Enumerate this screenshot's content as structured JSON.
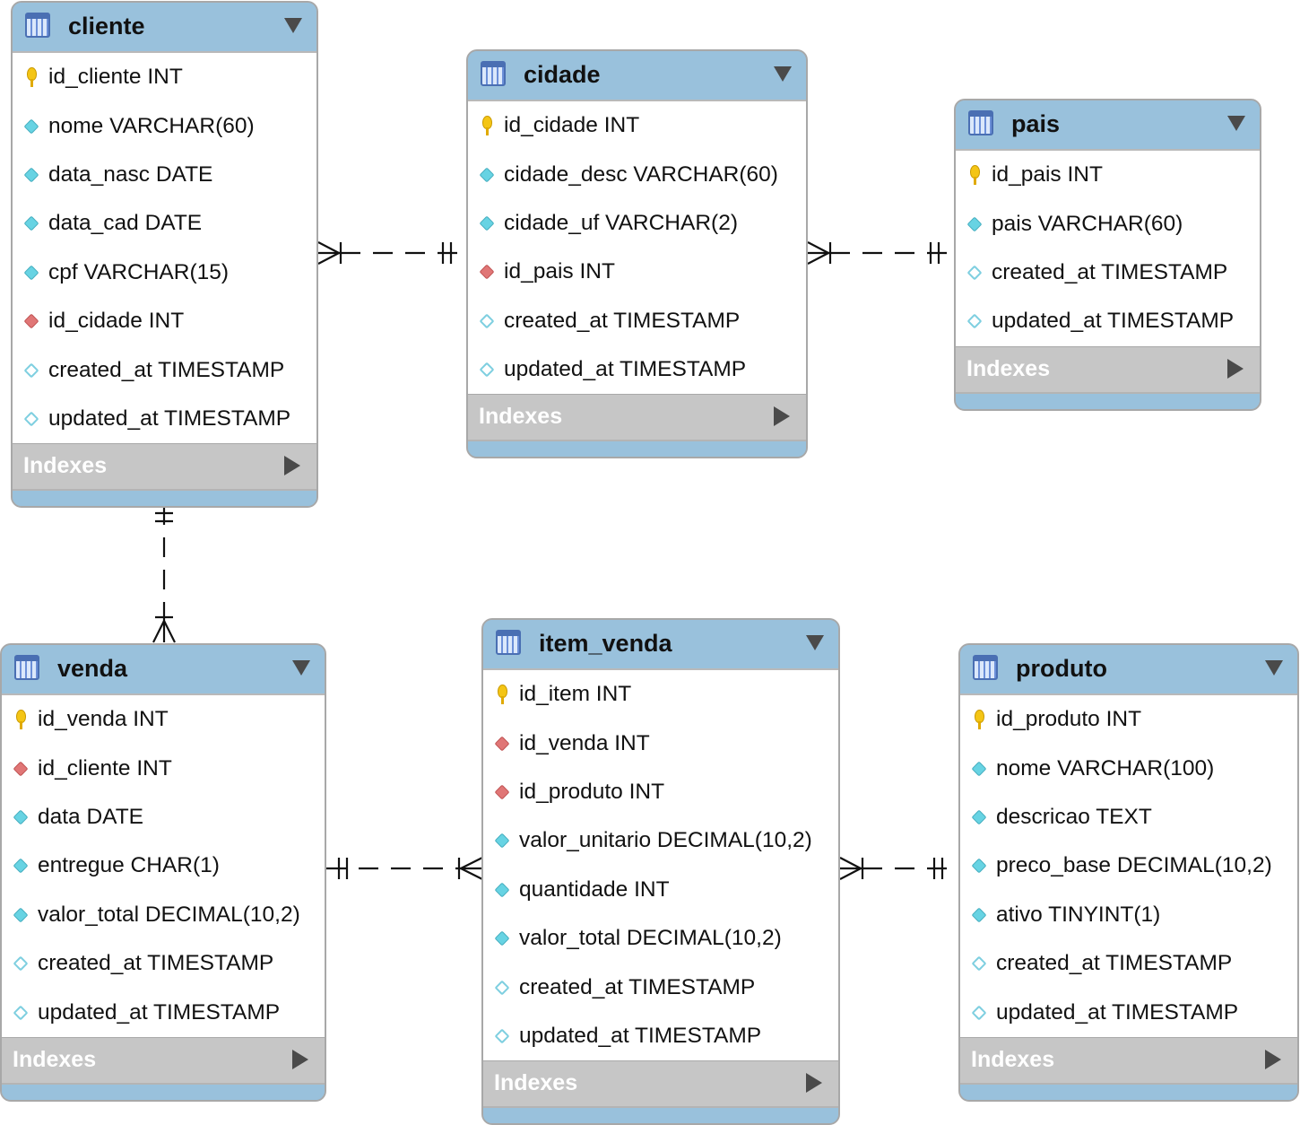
{
  "tables": {
    "cliente": {
      "name": "cliente",
      "columns": [
        {
          "label": "id_cliente INT",
          "kind": "pk"
        },
        {
          "label": "nome VARCHAR(60)",
          "kind": "nn"
        },
        {
          "label": "data_nasc DATE",
          "kind": "nn"
        },
        {
          "label": "data_cad DATE",
          "kind": "nn"
        },
        {
          "label": "cpf VARCHAR(15)",
          "kind": "nn"
        },
        {
          "label": "id_cidade INT",
          "kind": "fk"
        },
        {
          "label": "created_at TIMESTAMP",
          "kind": "null"
        },
        {
          "label": "updated_at TIMESTAMP",
          "kind": "null"
        }
      ],
      "indexes_label": "Indexes"
    },
    "cidade": {
      "name": "cidade",
      "columns": [
        {
          "label": "id_cidade INT",
          "kind": "pk"
        },
        {
          "label": "cidade_desc VARCHAR(60)",
          "kind": "nn"
        },
        {
          "label": "cidade_uf VARCHAR(2)",
          "kind": "nn"
        },
        {
          "label": "id_pais INT",
          "kind": "fk"
        },
        {
          "label": "created_at TIMESTAMP",
          "kind": "null"
        },
        {
          "label": "updated_at TIMESTAMP",
          "kind": "null"
        }
      ],
      "indexes_label": "Indexes"
    },
    "pais": {
      "name": "pais",
      "columns": [
        {
          "label": "id_pais INT",
          "kind": "pk"
        },
        {
          "label": "pais VARCHAR(60)",
          "kind": "nn"
        },
        {
          "label": "created_at TIMESTAMP",
          "kind": "null"
        },
        {
          "label": "updated_at TIMESTAMP",
          "kind": "null"
        }
      ],
      "indexes_label": "Indexes"
    },
    "venda": {
      "name": "venda",
      "columns": [
        {
          "label": "id_venda INT",
          "kind": "pk"
        },
        {
          "label": "id_cliente INT",
          "kind": "fk"
        },
        {
          "label": "data DATE",
          "kind": "nn"
        },
        {
          "label": "entregue CHAR(1)",
          "kind": "nn"
        },
        {
          "label": "valor_total DECIMAL(10,2)",
          "kind": "nn"
        },
        {
          "label": "created_at TIMESTAMP",
          "kind": "null"
        },
        {
          "label": "updated_at TIMESTAMP",
          "kind": "null"
        }
      ],
      "indexes_label": "Indexes"
    },
    "item_venda": {
      "name": "item_venda",
      "columns": [
        {
          "label": "id_item INT",
          "kind": "pk"
        },
        {
          "label": "id_venda INT",
          "kind": "fk"
        },
        {
          "label": "id_produto INT",
          "kind": "fk"
        },
        {
          "label": "valor_unitario DECIMAL(10,2)",
          "kind": "nn"
        },
        {
          "label": "quantidade INT",
          "kind": "nn"
        },
        {
          "label": "valor_total DECIMAL(10,2)",
          "kind": "nn"
        },
        {
          "label": "created_at TIMESTAMP",
          "kind": "null"
        },
        {
          "label": "updated_at TIMESTAMP",
          "kind": "null"
        }
      ],
      "indexes_label": "Indexes"
    },
    "produto": {
      "name": "produto",
      "columns": [
        {
          "label": "id_produto INT",
          "kind": "pk"
        },
        {
          "label": "nome VARCHAR(100)",
          "kind": "nn"
        },
        {
          "label": "descricao TEXT",
          "kind": "nn"
        },
        {
          "label": "preco_base DECIMAL(10,2)",
          "kind": "nn"
        },
        {
          "label": "ativo TINYINT(1)",
          "kind": "nn"
        },
        {
          "label": "created_at TIMESTAMP",
          "kind": "null"
        },
        {
          "label": "updated_at TIMESTAMP",
          "kind": "null"
        }
      ],
      "indexes_label": "Indexes"
    }
  },
  "relationships": [
    {
      "from": "cliente",
      "to": "cidade",
      "from_cardinality": "many",
      "to_cardinality": "one"
    },
    {
      "from": "cidade",
      "to": "pais",
      "from_cardinality": "many",
      "to_cardinality": "one"
    },
    {
      "from": "venda",
      "to": "cliente",
      "from_cardinality": "many",
      "to_cardinality": "one"
    },
    {
      "from": "item_venda",
      "to": "venda",
      "from_cardinality": "many",
      "to_cardinality": "one"
    },
    {
      "from": "item_venda",
      "to": "produto",
      "from_cardinality": "many",
      "to_cardinality": "one"
    }
  ],
  "colors": {
    "header": "#99c1dc",
    "indexes": "#c6c6c6",
    "pk_icon": "#f4c515",
    "fk_icon": "#e07676",
    "column_icon": "#67d3e3",
    "line": "#111111"
  }
}
